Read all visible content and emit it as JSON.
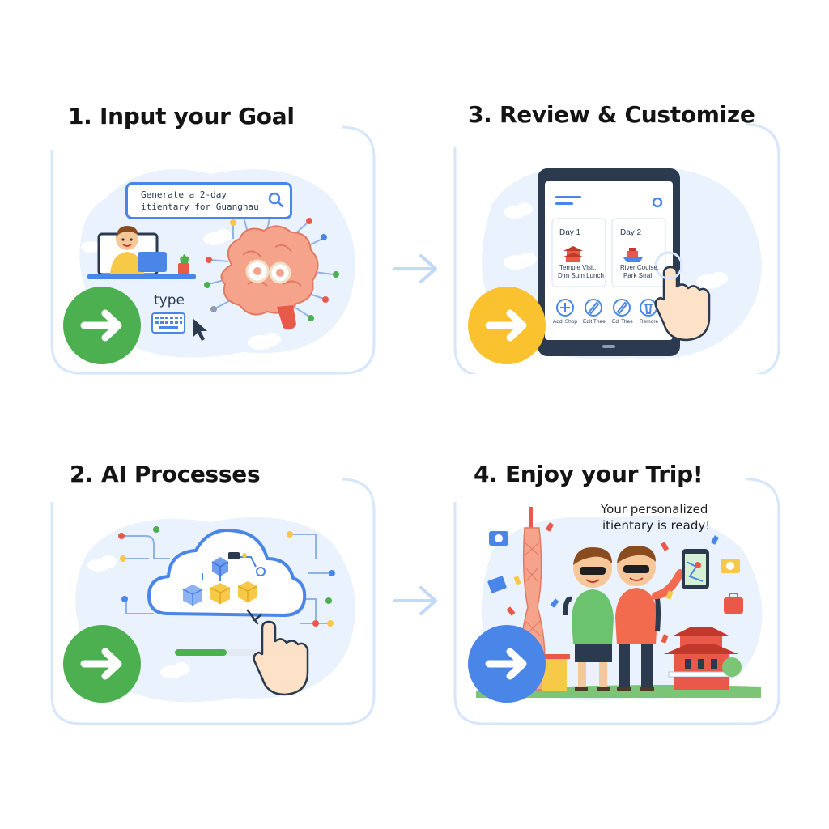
{
  "steps": [
    {
      "title": "1. Input your Goal",
      "search_text_line1": "Generate a 2-day",
      "search_text_line2": "itientary for Guanghau",
      "type_label": "type",
      "button_color": "#4caf50"
    },
    {
      "title": "2. AI Processes",
      "button_color": "#4caf50"
    },
    {
      "title": "3. Review & Customize",
      "day1_title": "Day 1",
      "day1_line1": "Temple Visit,",
      "day1_line2": "Dim Sum Lunch",
      "day2_title": "Day 2",
      "day2_line1": "River Couise,",
      "day2_line2": "Park Stral",
      "actions": [
        "Addi Shop",
        "Edit Thee",
        "Edi Thee",
        "Remore"
      ],
      "button_color": "#f9c22e"
    },
    {
      "title": "4. Enjoy your Trip!",
      "message_line1": "Your personalized",
      "message_line2": "itientary is ready!",
      "button_color": "#4a86e8"
    }
  ],
  "colors": {
    "panel_border": "#d6e6fb",
    "blob": "#eaf2fd",
    "connector_arrow": "#c3d9f7"
  },
  "icons": [
    "search-icon",
    "laptop-icon",
    "keyboard-icon",
    "cursor-icon",
    "brain-icon",
    "gear-icon",
    "cloud-icon",
    "cube-icon",
    "hand-pointer-icon",
    "tablet-icon",
    "plus-icon",
    "pencil-icon",
    "trash-icon",
    "tower-icon",
    "pagoda-icon",
    "camera-icon",
    "map-phone-icon",
    "suitcase-icon",
    "arrow-right-icon"
  ]
}
